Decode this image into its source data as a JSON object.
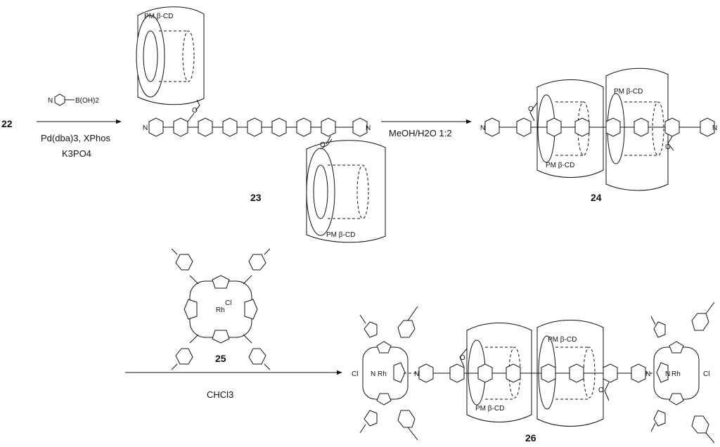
{
  "compounds": {
    "c22": "22",
    "c23": "23",
    "c24": "24",
    "c25": "25",
    "c26": "26"
  },
  "reagents": {
    "step1_reagent": "B(OH)2",
    "step1_catalyst": "Pd(dba)3, XPhos",
    "step1_base": "K3PO4",
    "step2_solvent": "MeOH/H2O 1:2",
    "step3_solvent": "CHCl3"
  },
  "labels": {
    "cyclodextrin": "PM β-CD",
    "metal": "Rh",
    "chloride": "Cl",
    "nitrogen": "N",
    "oxygen": "O"
  }
}
